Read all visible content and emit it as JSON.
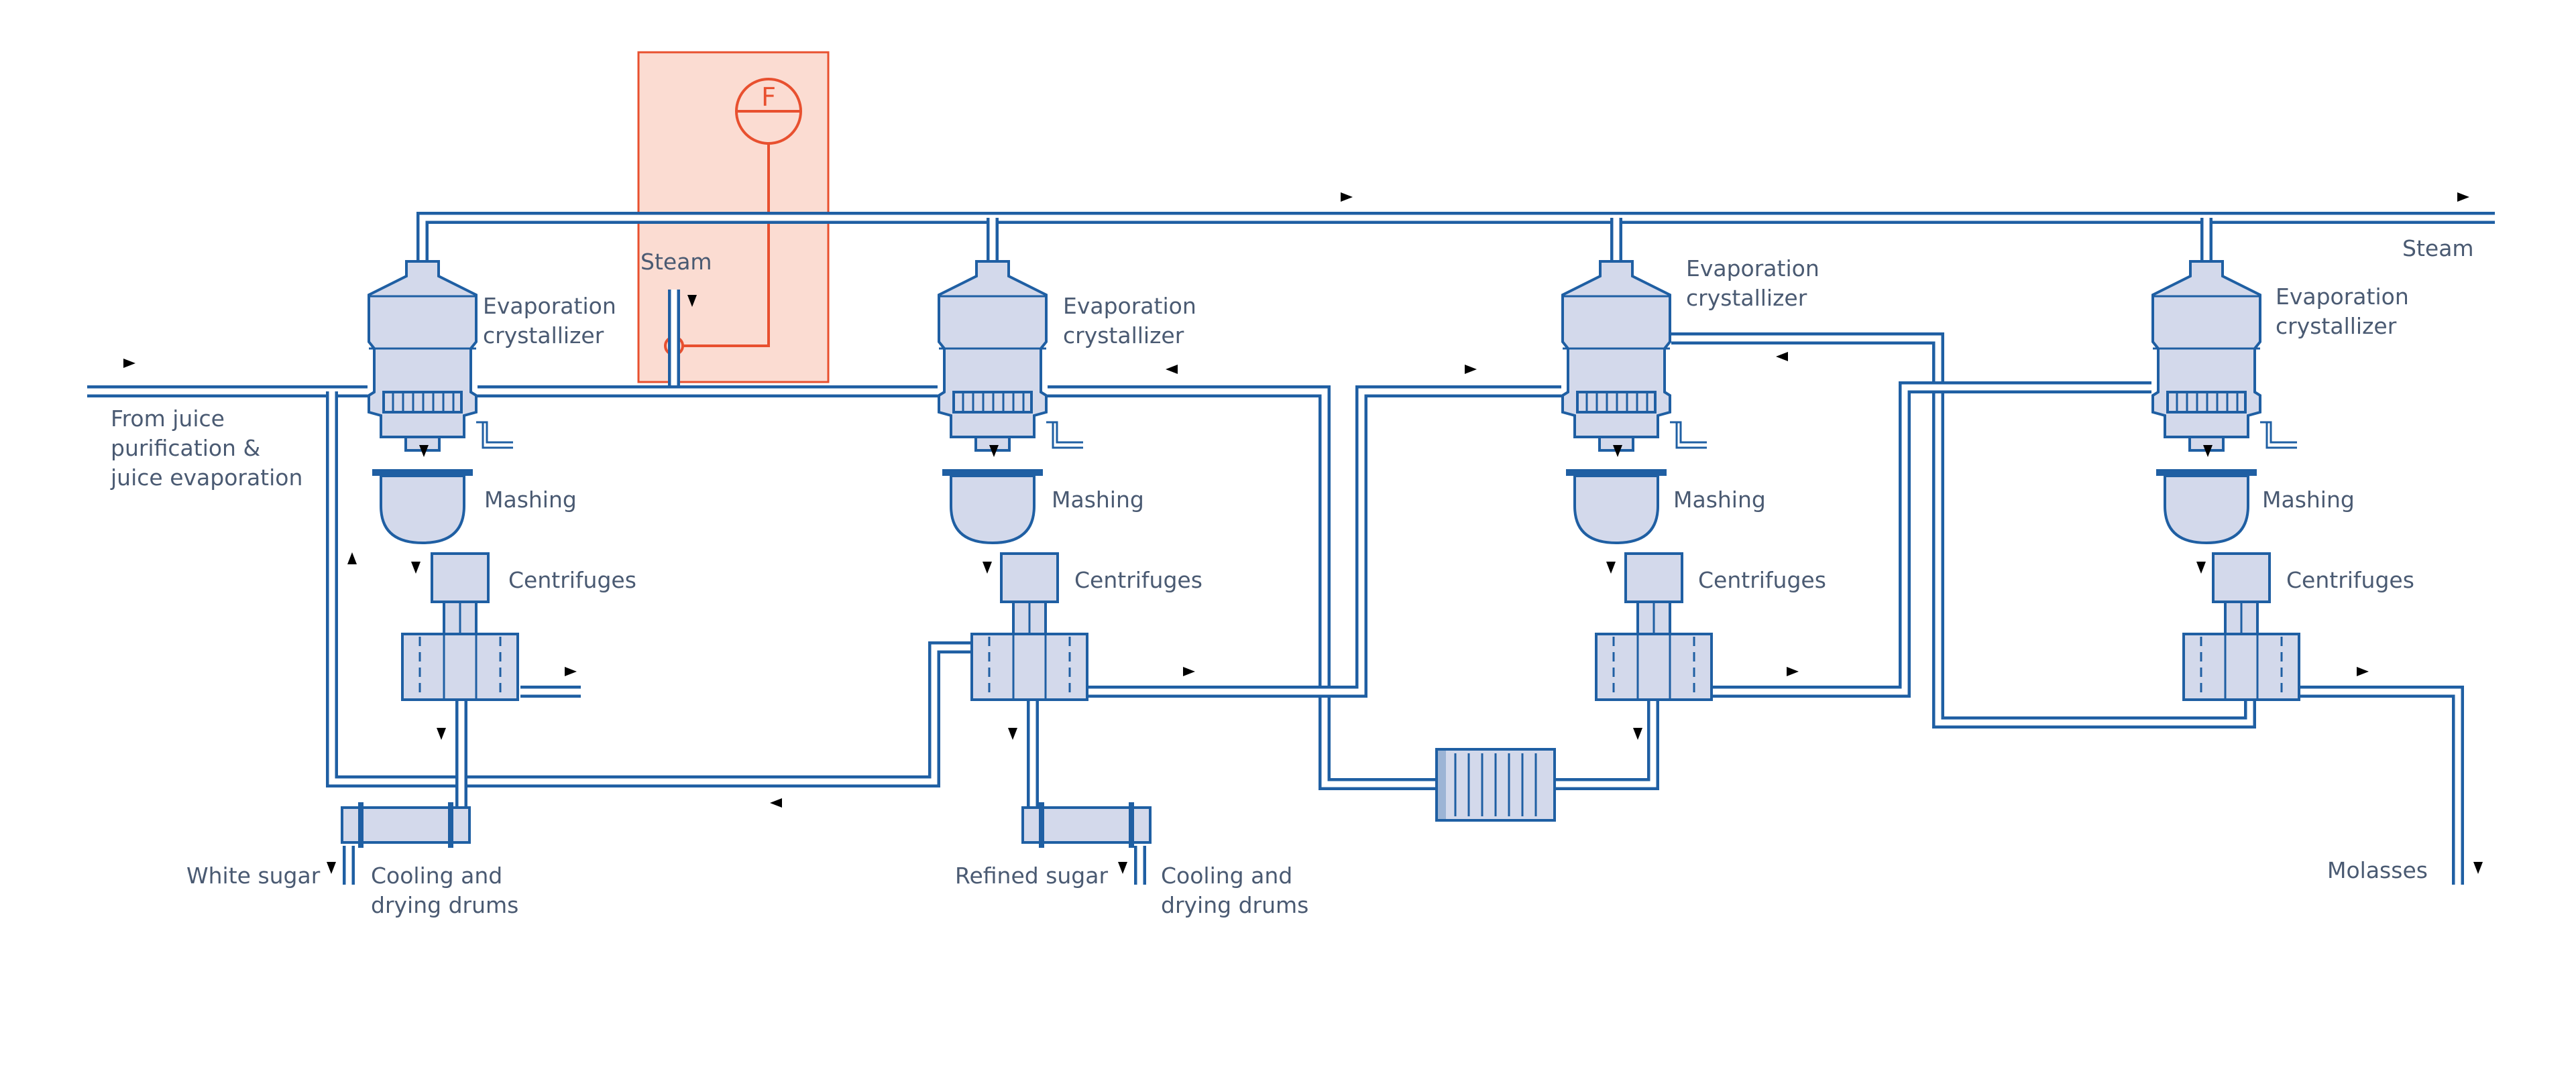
{
  "labels": {
    "from_juice": [
      "From juice",
      "purification &",
      "juice evaporation"
    ],
    "steam_main": "Steam",
    "steam_branch": "Steam",
    "control": "F",
    "crystallizer": [
      "Evaporation",
      "crystallizer"
    ],
    "mashing": "Mashing",
    "centrifuges": "Centrifuges",
    "white_sugar": "White sugar",
    "refined_sugar": "Refined sugar",
    "cooling": [
      "Cooling and",
      "drying drums"
    ],
    "molasses": "Molasses"
  },
  "colors": {
    "line": "#1f5fa3",
    "fill": "#d3d9eb",
    "control_box": "#fbdcd2",
    "control_line": "#e8502f",
    "text": "#4a5a72"
  },
  "icons": [
    "flow-arrow-icon",
    "flow-control-icon",
    "heat-exchanger-icon"
  ]
}
